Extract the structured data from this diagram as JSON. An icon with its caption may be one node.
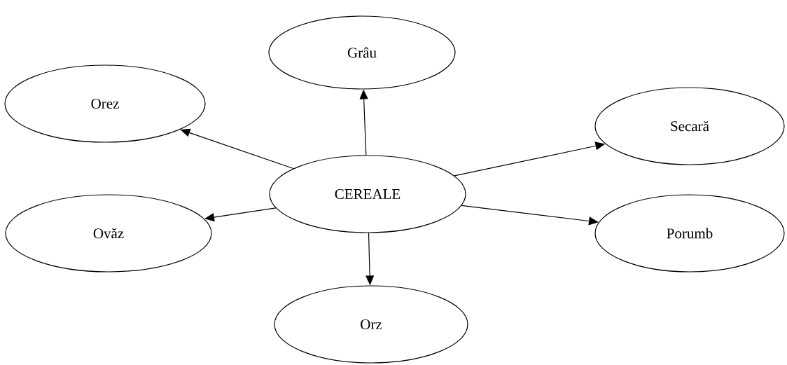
{
  "diagram": {
    "nodes": [
      {
        "text": [
          "Grâu"
        ]
      },
      {
        "text": [
          "Orez"
        ]
      },
      {
        "text": [
          "Secară"
        ]
      },
      {
        "text": [
          "CEREALE"
        ]
      },
      {
        "text": [
          "Porumb"
        ]
      },
      {
        "text": [
          "Ovăz"
        ]
      },
      {
        "text": [
          "Orz"
        ]
      }
    ],
    "edges": [
      {
        "from": 3,
        "to": 0,
        "arrow": "to"
      },
      {
        "from": 3,
        "to": 1,
        "arrow": "to"
      },
      {
        "from": 3,
        "to": 2,
        "arrow": "to"
      },
      {
        "from": 3,
        "to": 4,
        "arrow": "to"
      },
      {
        "from": 3,
        "to": 5,
        "arrow": "to"
      },
      {
        "from": 3,
        "to": 6,
        "arrow": "to"
      }
    ]
  }
}
